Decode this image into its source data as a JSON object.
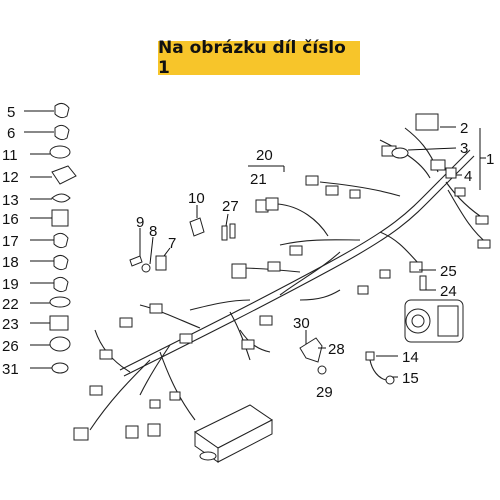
{
  "banner": {
    "text": "Na obrázku díl číslo 1"
  },
  "callouts": {
    "n1": "1",
    "n2": "2",
    "n3": "3",
    "n4": "4",
    "n5": "5",
    "n6": "6",
    "n7": "7",
    "n8": "8",
    "n9": "9",
    "n10": "10",
    "n11": "11",
    "n12": "12",
    "n13": "13",
    "n14": "14",
    "n15": "15",
    "n16": "16",
    "n17": "17",
    "n18": "18",
    "n19": "19",
    "n20": "20",
    "n21": "21",
    "n22": "22",
    "n23": "23",
    "n24": "24",
    "n25": "25",
    "n26": "26",
    "n27": "27",
    "n28": "28",
    "n29": "29",
    "n30": "30",
    "n31": "31"
  },
  "colors": {
    "banner_bg": "#f7c52a",
    "line": "#111111"
  }
}
